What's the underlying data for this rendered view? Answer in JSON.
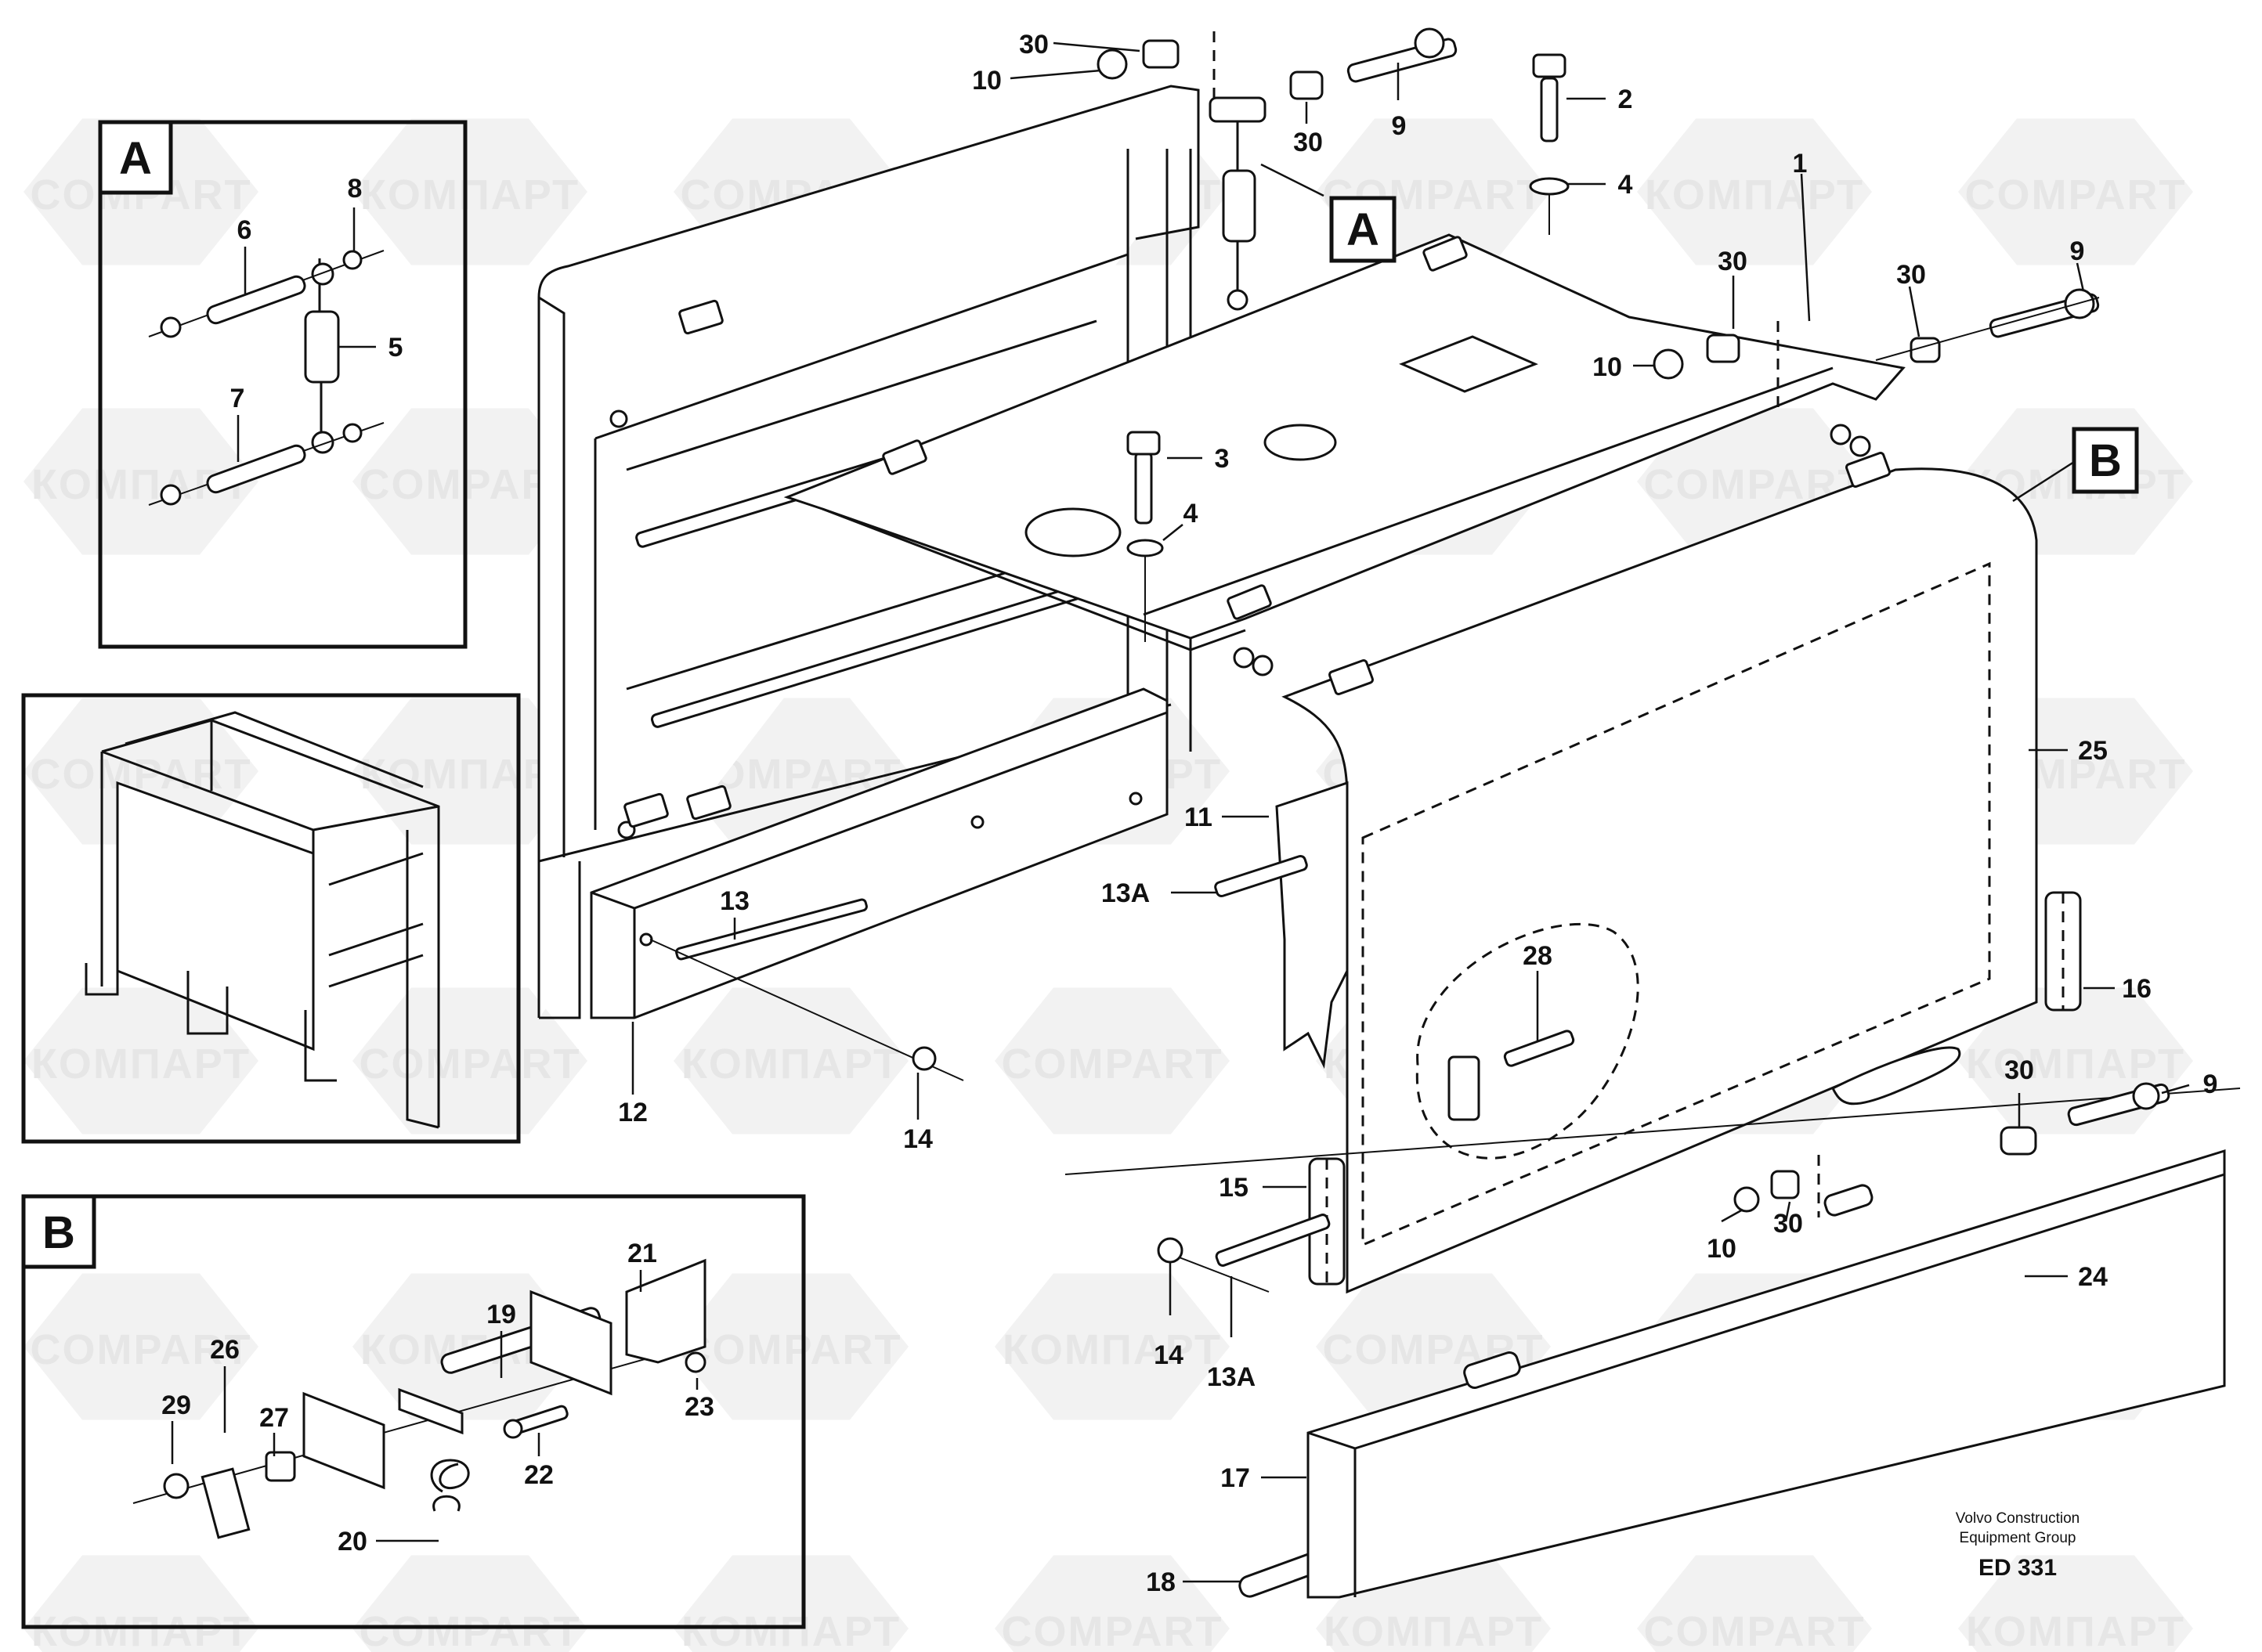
{
  "watermark": {
    "latin": "COMPART",
    "cyrillic": "КОМПАРТ"
  },
  "box_labels": {
    "detail_a": "A",
    "detail_b": "B",
    "callout_a": "A",
    "callout_b": "B"
  },
  "part_numbers": {
    "p1": "1",
    "p2": "2",
    "p3": "3",
    "p4_top": "4",
    "p4_mid": "4",
    "p5": "5",
    "p6": "6",
    "p7": "7",
    "p8": "8",
    "p9_top": "9",
    "p9_right": "9",
    "p9_lower": "9",
    "p10_top": "10",
    "p10_right": "10",
    "p10_lower": "10",
    "p11": "11",
    "p12": "12",
    "p13": "13",
    "p13a_upper": "13A",
    "p13a_lower": "13A",
    "p14_mid": "14",
    "p14_lower": "14",
    "p15": "15",
    "p16": "16",
    "p17": "17",
    "p18": "18",
    "p19": "19",
    "p20": "20",
    "p21": "21",
    "p22": "22",
    "p23": "23",
    "p24": "24",
    "p25": "25",
    "p26": "26",
    "p27": "27",
    "p28": "28",
    "p29": "29",
    "p30_top": "30",
    "p30_topmid": "30",
    "p30_right1": "30",
    "p30_right2": "30",
    "p30_lower1": "30",
    "p30_lower2": "30"
  },
  "footer": {
    "maker_line1": "Volvo Construction",
    "maker_line2": "Equipment Group",
    "code": "ED 331"
  }
}
